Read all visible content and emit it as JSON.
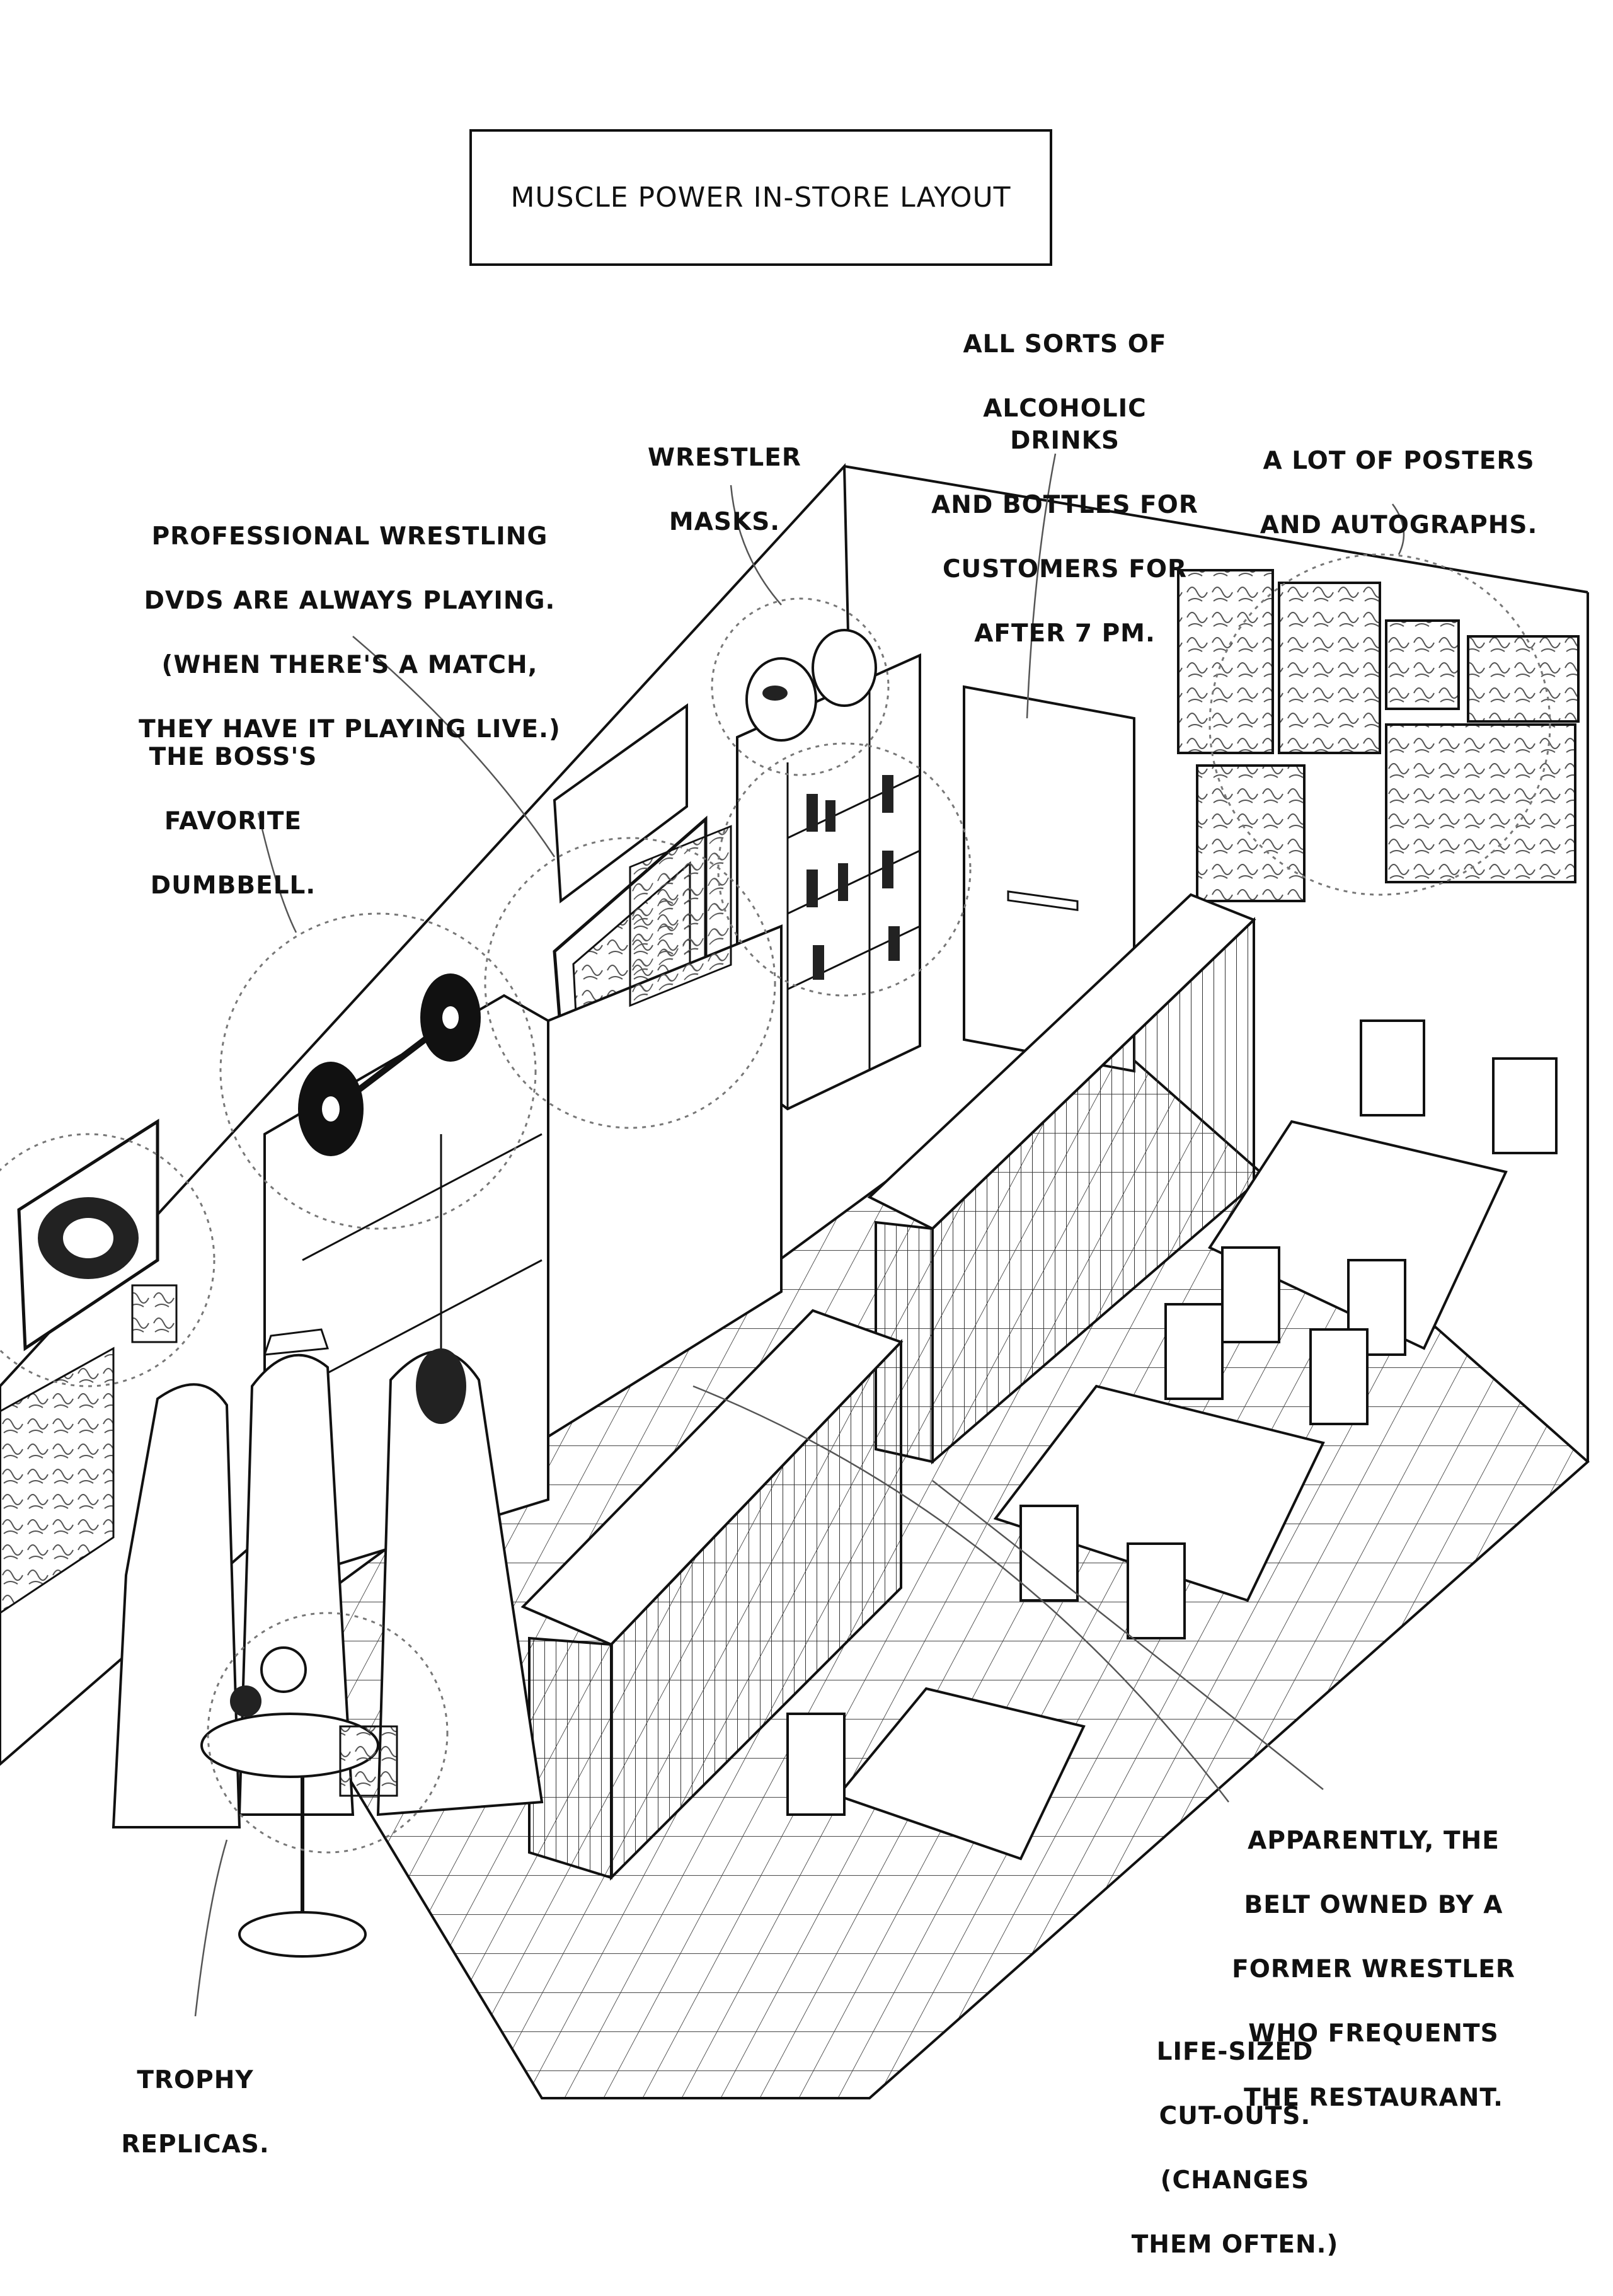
{
  "page": {
    "title": "MUSCLE POWER IN-STORE LAYOUT"
  },
  "annotations": {
    "alcohol": [
      "ALL SORTS OF",
      "ALCOHOLIC DRINKS",
      "AND BOTTLES FOR",
      "CUSTOMERS FOR",
      "AFTER 7 PM."
    ],
    "masks": [
      "WRESTLER",
      "MASKS."
    ],
    "posters": [
      "A LOT OF POSTERS",
      "AND AUTOGRAPHS."
    ],
    "dvds": [
      "PROFESSIONAL WRESTLING",
      "DVDS ARE ALWAYS PLAYING.",
      "(WHEN THERE'S A MATCH,",
      "THEY HAVE IT PLAYING LIVE.)"
    ],
    "dumbbell": [
      "THE BOSS'S",
      "FAVORITE",
      "DUMBBELL."
    ],
    "belt": [
      "APPARENTLY, THE",
      "BELT OWNED BY A",
      "FORMER WRESTLER",
      "WHO FREQUENTS",
      "THE RESTAURANT."
    ],
    "trophy": [
      "TROPHY",
      "REPLICAS."
    ],
    "cutouts": [
      "LIFE-SIZED",
      "CUT-OUTS.",
      "(CHANGES",
      "THEM OFTEN.)"
    ]
  }
}
